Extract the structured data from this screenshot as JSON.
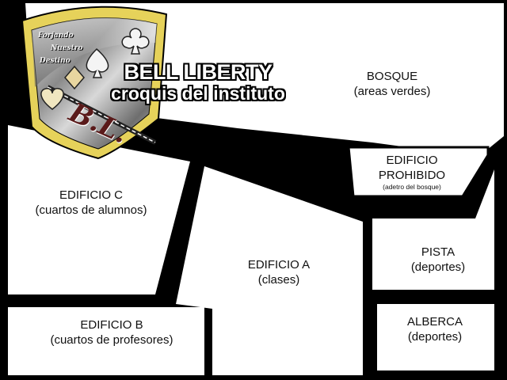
{
  "title": "BELL LIBERTY",
  "subtitle": "croquis del instituto",
  "crest": {
    "motto": [
      "Forjando",
      "Nuestro",
      "Destino"
    ],
    "initials": "B.L."
  },
  "areas": {
    "bosque": {
      "name": "BOSQUE",
      "desc": "(areas verdes)"
    },
    "edificio_prohibido": {
      "name_line1": "EDIFICIO",
      "name_line2": "PROHIBIDO",
      "desc": "(adetro del bosque)"
    },
    "edificio_c": {
      "name": "EDIFICIO C",
      "desc": "(cuartos de alumnos)"
    },
    "edificio_a": {
      "name": "EDIFICIO A",
      "desc": "(clases)"
    },
    "edificio_b": {
      "name": "EDIFICIO B",
      "desc": "(cuartos de profesores)"
    },
    "pista": {
      "name": "PISTA",
      "desc": "(deportes)"
    },
    "alberca": {
      "name": "ALBERCA",
      "desc": "(deportes)"
    }
  },
  "colors": {
    "background": "#000000",
    "area_fill": "#ffffff",
    "crest_border": "#e6d25a",
    "crest_metal": "#9a9a9a"
  }
}
